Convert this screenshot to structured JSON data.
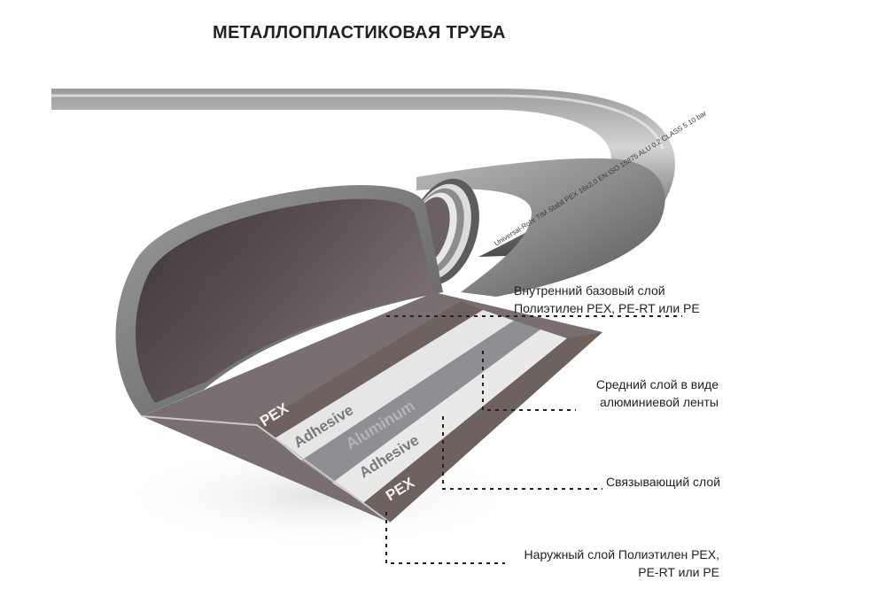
{
  "title": "МЕТАЛЛОПЛАСТИКОВАЯ ТРУБА",
  "pipe_marking": "Universal-Rohr TIM Stabil PEX 16x2.0 EN ISO 15875 ALU 0.2 CLASS 5 10 bar",
  "layer_labels": {
    "pex_inner": "PEX",
    "adhesive_inner": "Adhesive",
    "aluminum": "Aluminum",
    "adhesive_outer": "Adhesive",
    "pex_outer": "PEX"
  },
  "callouts": {
    "inner": {
      "line1": "Внутренний базовый слой",
      "line2": "Полиэтилен PEX, PE-RT или PE"
    },
    "middle": {
      "line1": "Средний слой в виде",
      "line2": "алюминиевой ленты"
    },
    "bonding": {
      "line1": "Связывающий слой"
    },
    "outer": {
      "line1": "Наружный слой Полиэтилен PEX,",
      "line2": "PE-RT или PE"
    }
  },
  "colors": {
    "pipe_dark": "#4a4a4c",
    "pipe_mid": "#8a8a8c",
    "pipe_light": "#c8c8ca",
    "pex_layer": "#6e625e",
    "adhesive_layer": "#e6e6e6",
    "aluminum_layer": "#8f8f93",
    "label_text": "#f2f2f2"
  }
}
